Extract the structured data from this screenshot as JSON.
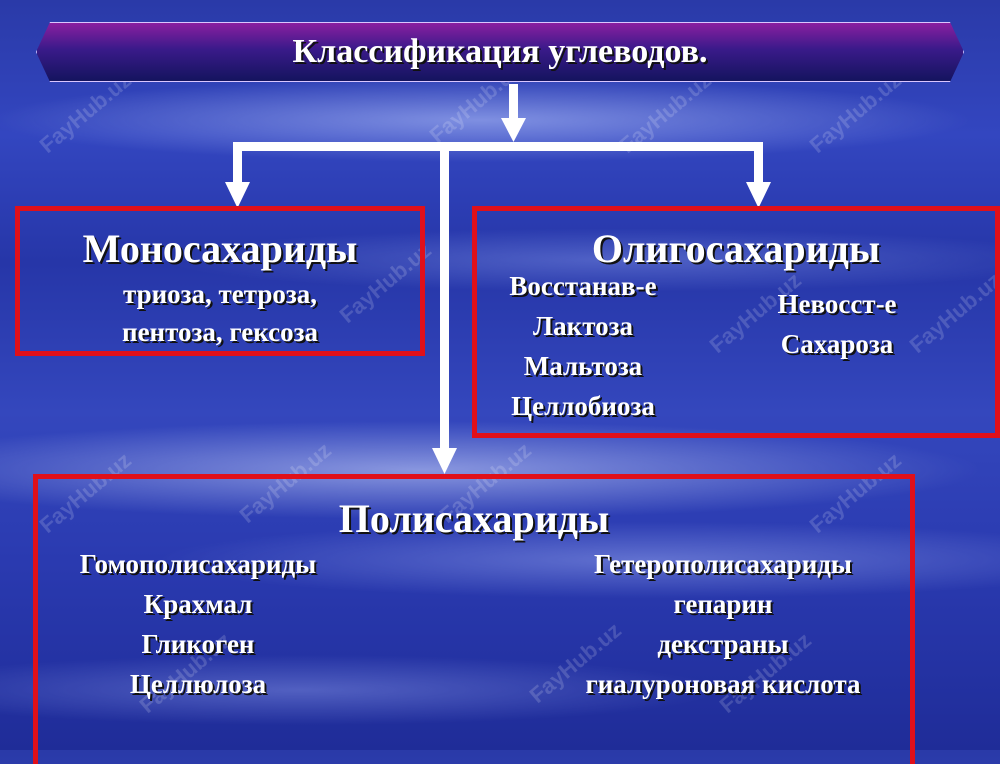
{
  "title": "Классификация углеводов.",
  "mono": {
    "heading": "Моносахариды",
    "lines": [
      "триоза, тетроза,",
      "пентоза, гексоза"
    ]
  },
  "oligo": {
    "heading": "Олигосахариды",
    "reducing": [
      "Восстанав-е",
      "Лактоза",
      "Мальтоза",
      "Целлобиоза"
    ],
    "nonreducing": [
      "Невосст-е",
      "Сахароза"
    ]
  },
  "poly": {
    "heading": "Полисахариды",
    "homo": [
      "Гомополисахариды",
      "Крахмал",
      "Гликоген",
      "Целлюлоза"
    ],
    "hetero": [
      "Гетерополисахариды",
      "гепарин",
      "декстраны",
      "гиалуроновая кислота"
    ]
  },
  "watermark": "FayHub.uz",
  "colors": {
    "frame": "#e0101a",
    "arrow": "#ffffff"
  }
}
